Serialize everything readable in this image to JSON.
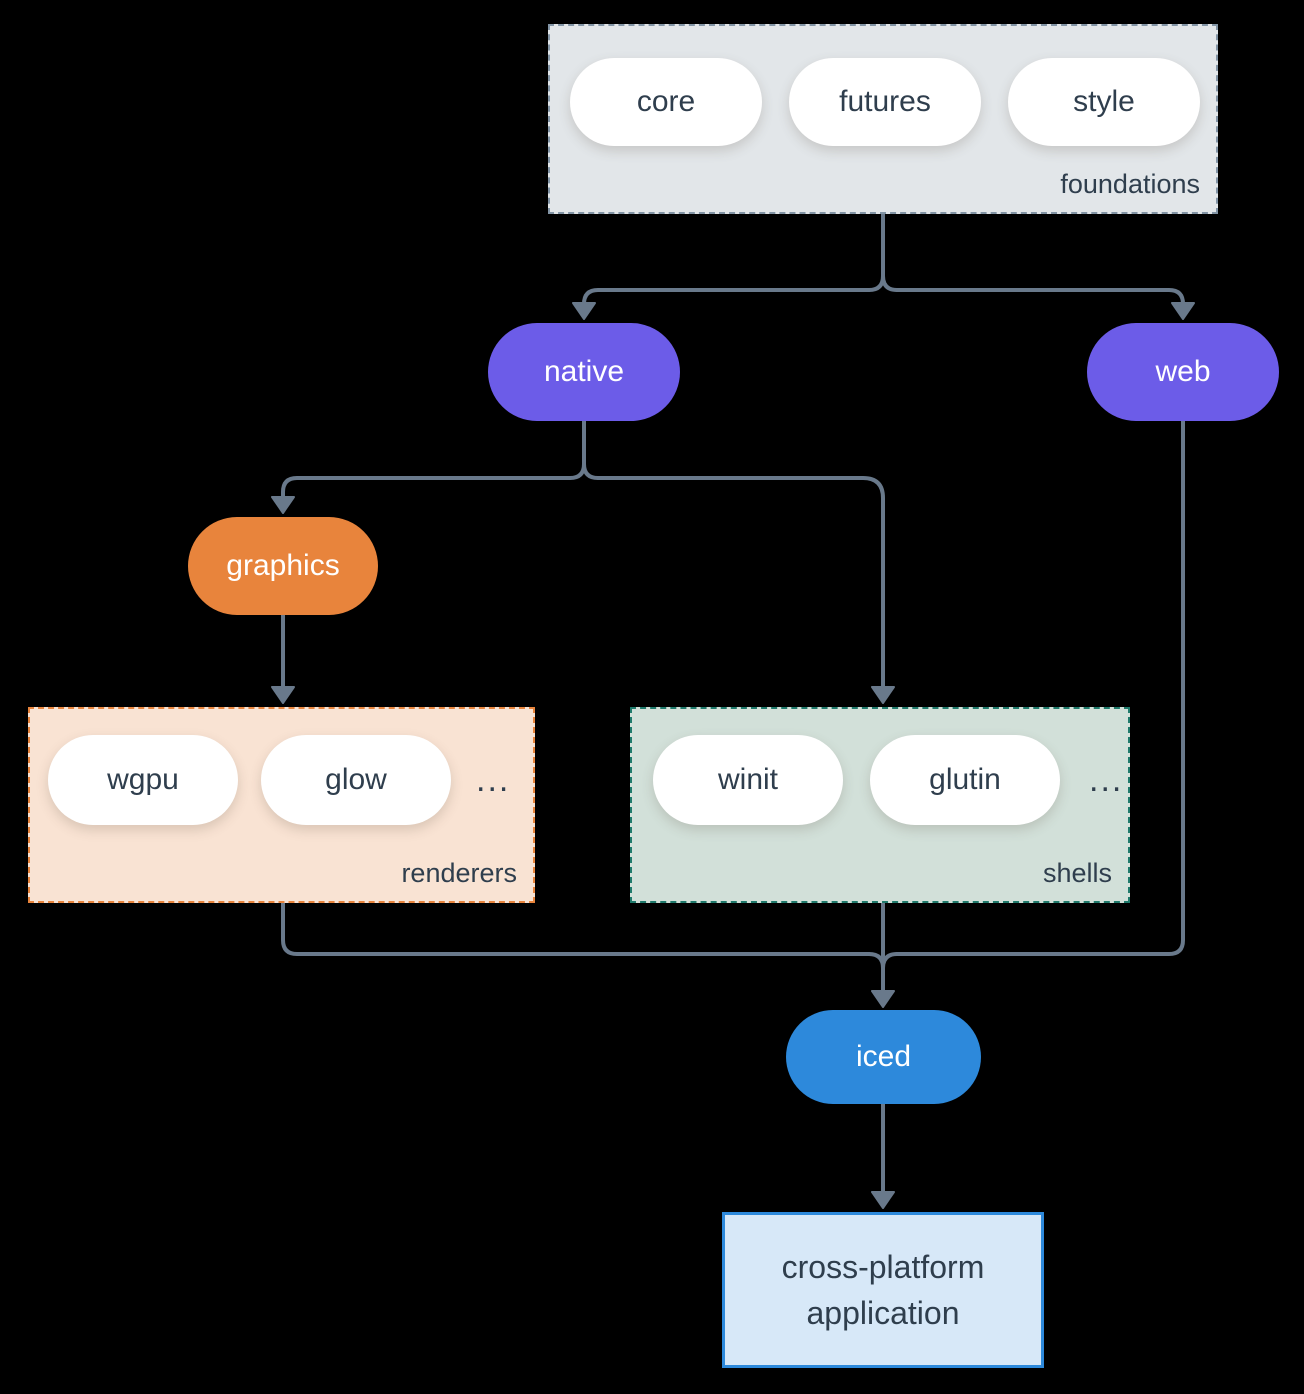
{
  "colors": {
    "background": "#000000",
    "connector": "#69798b",
    "purple_node": "#6c5ce8",
    "orange_node": "#e8843c",
    "blue_node": "#2d89db",
    "foundations_fill": "#e2e6e9",
    "foundations_border": "#8395a6",
    "renderers_fill": "#f9e3d3",
    "renderers_border": "#e8843c",
    "shells_fill": "#d2e0d9",
    "shells_border": "#1f7a6b",
    "app_fill": "#d7e8f8",
    "app_border": "#2d89db",
    "dark_text": "#2f3e4d",
    "pill_fill": "#ffffff"
  },
  "groups": {
    "foundations": {
      "label": "foundations",
      "pills": [
        "core",
        "futures",
        "style"
      ]
    },
    "renderers": {
      "label": "renderers",
      "pills": [
        "wgpu",
        "glow"
      ],
      "ellipsis": "..."
    },
    "shells": {
      "label": "shells",
      "pills": [
        "winit",
        "glutin"
      ],
      "ellipsis": "..."
    }
  },
  "nodes": {
    "native": "native",
    "web": "web",
    "graphics": "graphics",
    "iced": "iced",
    "app": "cross-platform application"
  }
}
